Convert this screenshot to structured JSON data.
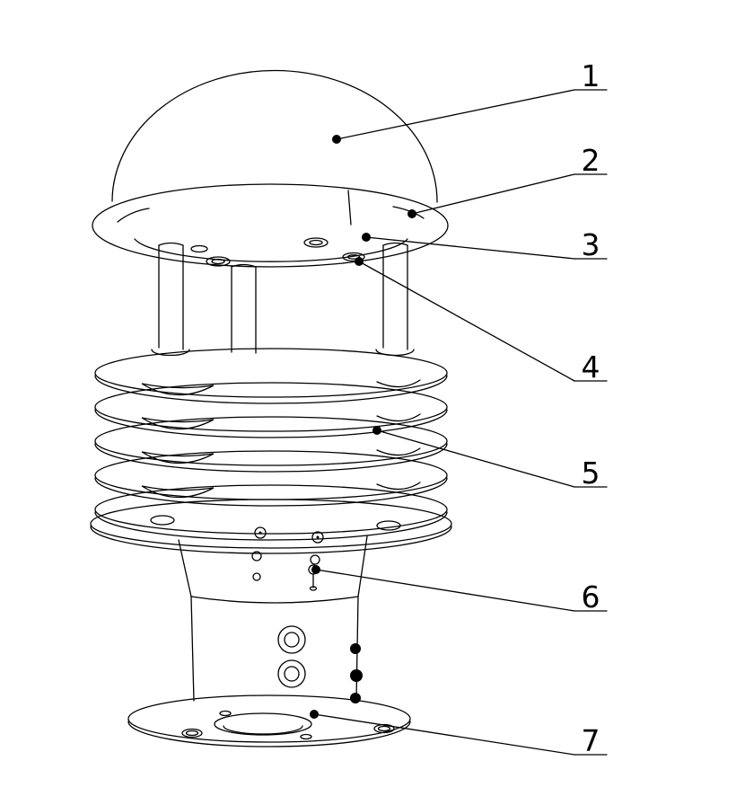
{
  "figure": {
    "background_color": "#ffffff",
    "line_color": "#000000",
    "callouts": [
      {
        "label": "1"
      },
      {
        "label": "2"
      },
      {
        "label": "3"
      },
      {
        "label": "4"
      },
      {
        "label": "5"
      },
      {
        "label": "6"
      },
      {
        "label": "7"
      }
    ]
  }
}
